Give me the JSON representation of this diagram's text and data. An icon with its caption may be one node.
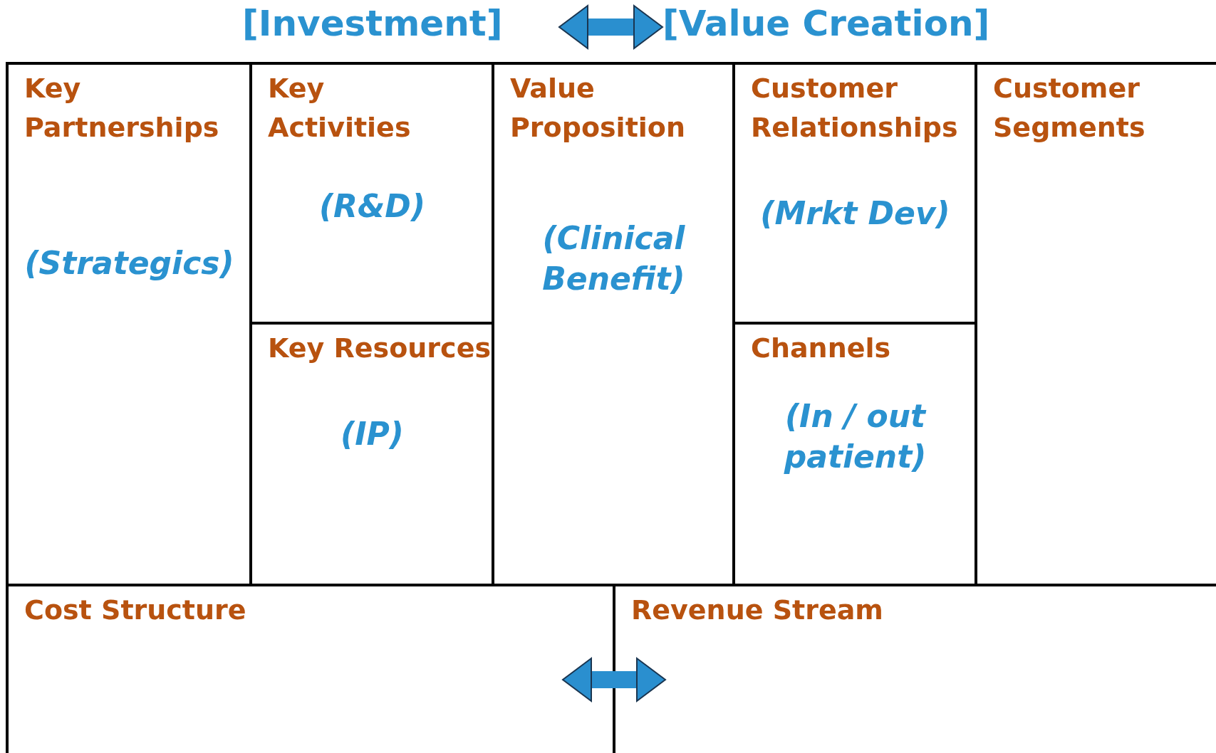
{
  "diagram": {
    "nodes": [
      {
        "text": [
          "[Investment]"
        ]
      },
      {
        "text": [
          "[Value Creation]"
        ]
      },
      {
        "text": [
          "Key Partnerships",
          "(Strategics)"
        ]
      },
      {
        "text": [
          "Key Activities",
          "(R&D)"
        ]
      },
      {
        "text": [
          "Key Resources",
          "(IP)"
        ]
      },
      {
        "text": [
          "Value Proposition",
          "(Clinical Benefit)"
        ]
      },
      {
        "text": [
          "Customer Relationships",
          "(Mrkt Dev)"
        ]
      },
      {
        "text": [
          "Channels",
          "(In / out patient)"
        ]
      },
      {
        "text": [
          "Customer Segments"
        ]
      },
      {
        "text": [
          "Cost Structure"
        ]
      },
      {
        "text": [
          "Revenue Stream"
        ]
      }
    ],
    "edges": [
      {
        "from": 0,
        "to": 1,
        "arrow": "both"
      },
      {
        "from": 9,
        "to": 10,
        "arrow": "both"
      }
    ]
  }
}
